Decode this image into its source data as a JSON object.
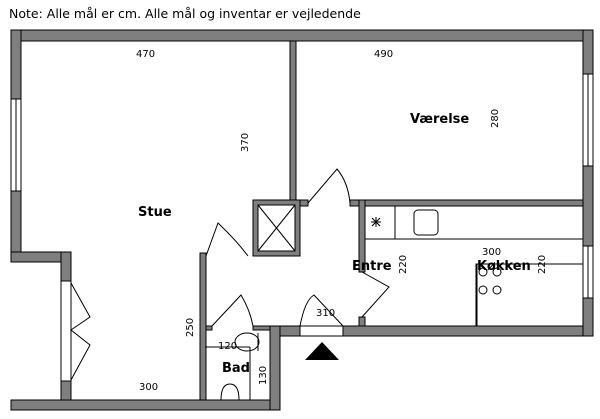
{
  "note": "Note: Alle mål er cm. Alle mål og inventar er vejledende",
  "rooms": {
    "stue": {
      "label": "Stue",
      "width": "470",
      "depth": "370",
      "lower_width": "300",
      "lower_depth": "250"
    },
    "vaerelse": {
      "label": "Værelse",
      "width": "490",
      "depth": "280"
    },
    "entre": {
      "label": "Entre",
      "width": "310",
      "depth": "220"
    },
    "koekken": {
      "label": "Køkken",
      "width": "300",
      "depth": "220"
    },
    "bad": {
      "label": "Bad",
      "width": "120",
      "depth": "130"
    }
  },
  "colors": {
    "wall": "#7f7f7f",
    "line": "#000000"
  }
}
